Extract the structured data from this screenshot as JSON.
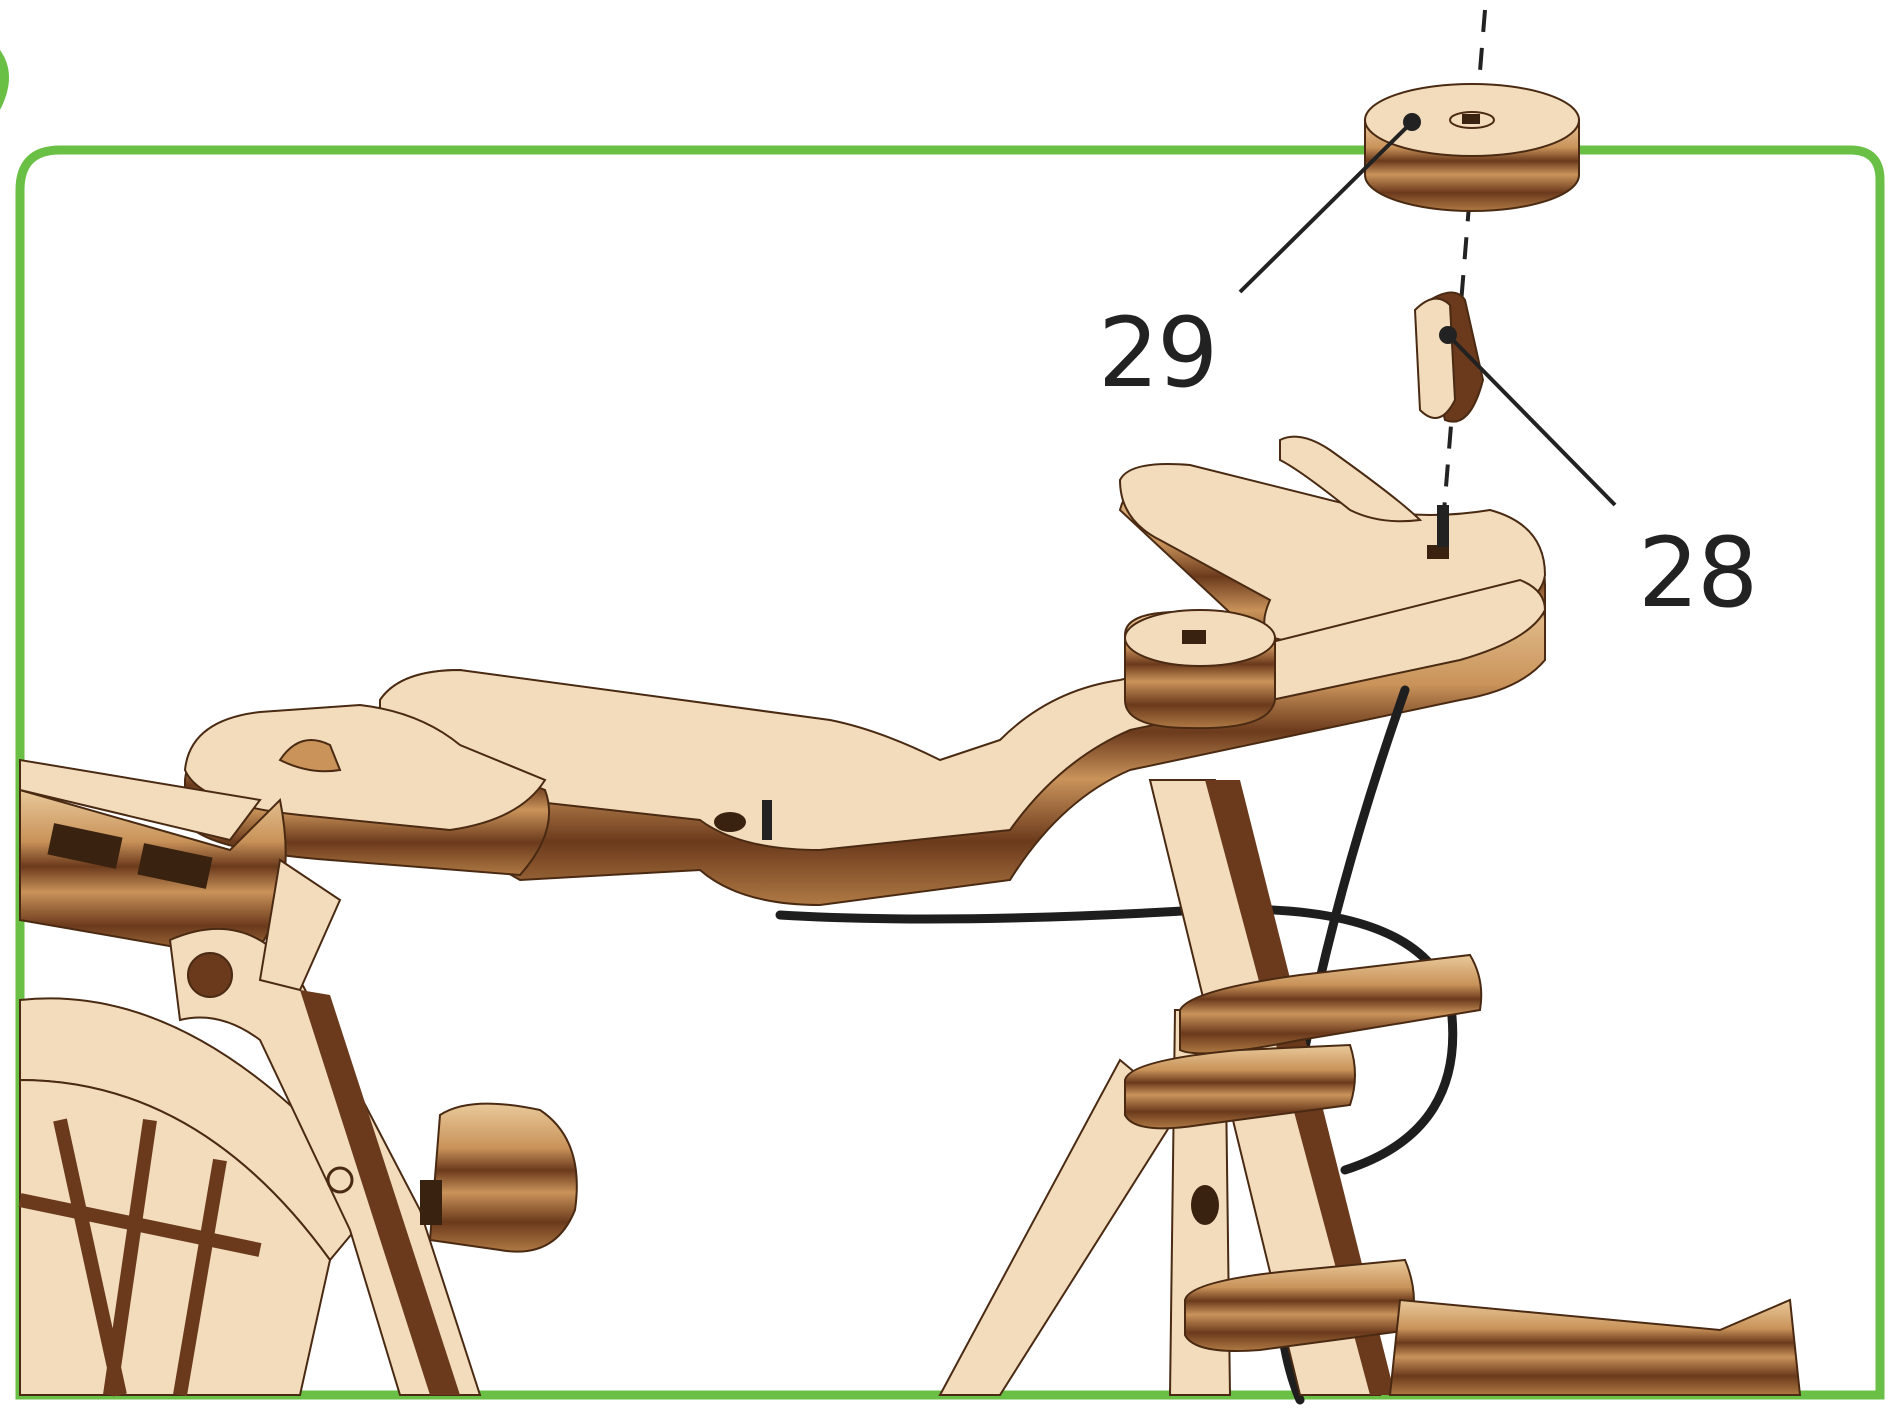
{
  "diagram": {
    "frame_color": "#6abf45",
    "wood_light": "#f2dcbc",
    "wood_mid": "#c9935a",
    "wood_dark": "#6b3a1c",
    "callouts": [
      {
        "part": "29",
        "label": "29"
      },
      {
        "part": "28",
        "label": "28"
      }
    ]
  }
}
